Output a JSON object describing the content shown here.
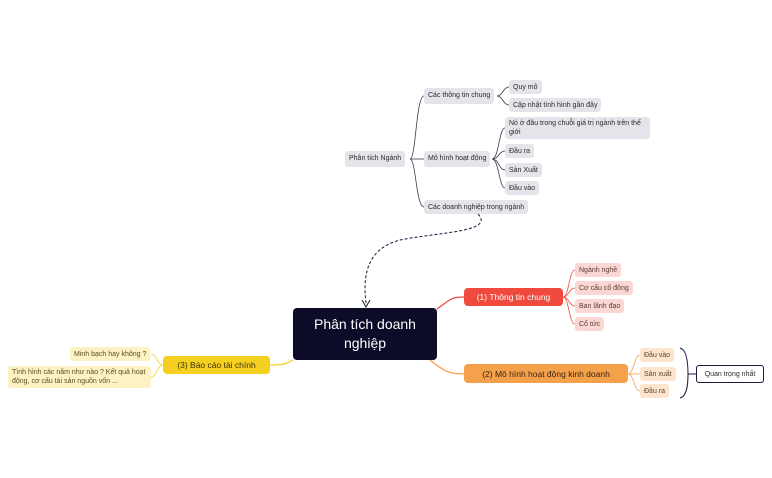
{
  "root": {
    "label": "Phân tích doanh nghiệp"
  },
  "industry": {
    "label": "Phân tích Ngành",
    "general": {
      "label": "Các thông tin chung",
      "children": [
        "Quy mô",
        "Cập nhật tình hình gần đây"
      ]
    },
    "model": {
      "label": "Mô hình hoạt động",
      "children": [
        "Nó ở đâu trong chuỗi giá trị ngành trên thế giới",
        "Đầu ra",
        "Sản Xuất",
        "Đầu vào"
      ]
    },
    "companies": {
      "label": "Các doanh nghiệp trong ngành"
    }
  },
  "branch1": {
    "label": "(1) Thông tin chung",
    "color": "#f04a3f",
    "children": [
      "Ngành nghề",
      "Cơ cấu cổ đông",
      "Ban lãnh đạo",
      "Cổ tức"
    ]
  },
  "branch2": {
    "label": "(2) Mô hình hoạt động kinh doanh",
    "color": "#f5a04a",
    "children": [
      "Đầu vào",
      "Sản xuất",
      "Đầu ra"
    ],
    "summary": "Quan trọng nhất"
  },
  "branch3": {
    "label": "(3) Báo cáo tài chính",
    "color": "#f5d020",
    "children": [
      "Minh bạch hay không ?",
      "Tình hình các năm như nào ? Kết quả hoạt động, cơ cấu tài sản nguồn vốn ..."
    ]
  }
}
